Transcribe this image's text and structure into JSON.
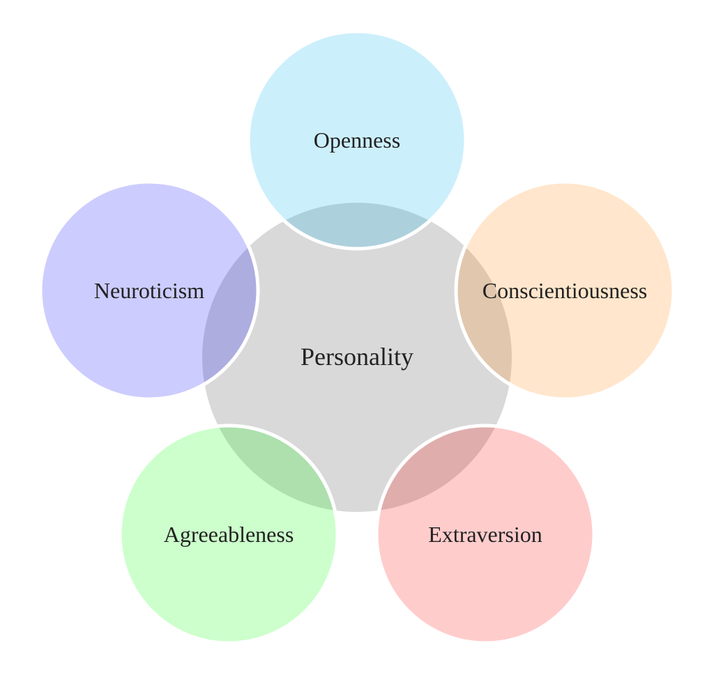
{
  "diagram": {
    "center": {
      "label": "Personality",
      "color": "#d9d9d9"
    },
    "traits": [
      {
        "id": "openness",
        "label": "Openness",
        "color": "#00aeef"
      },
      {
        "id": "conscientiousness",
        "label": "Conscientiousness",
        "color": "#ff8000"
      },
      {
        "id": "extraversion",
        "label": "Extraversion",
        "color": "#ff0000"
      },
      {
        "id": "agreeableness",
        "label": "Agreeableness",
        "color": "#00ff00"
      },
      {
        "id": "neuroticism",
        "label": "Neuroticism",
        "color": "#0000ff"
      }
    ]
  }
}
